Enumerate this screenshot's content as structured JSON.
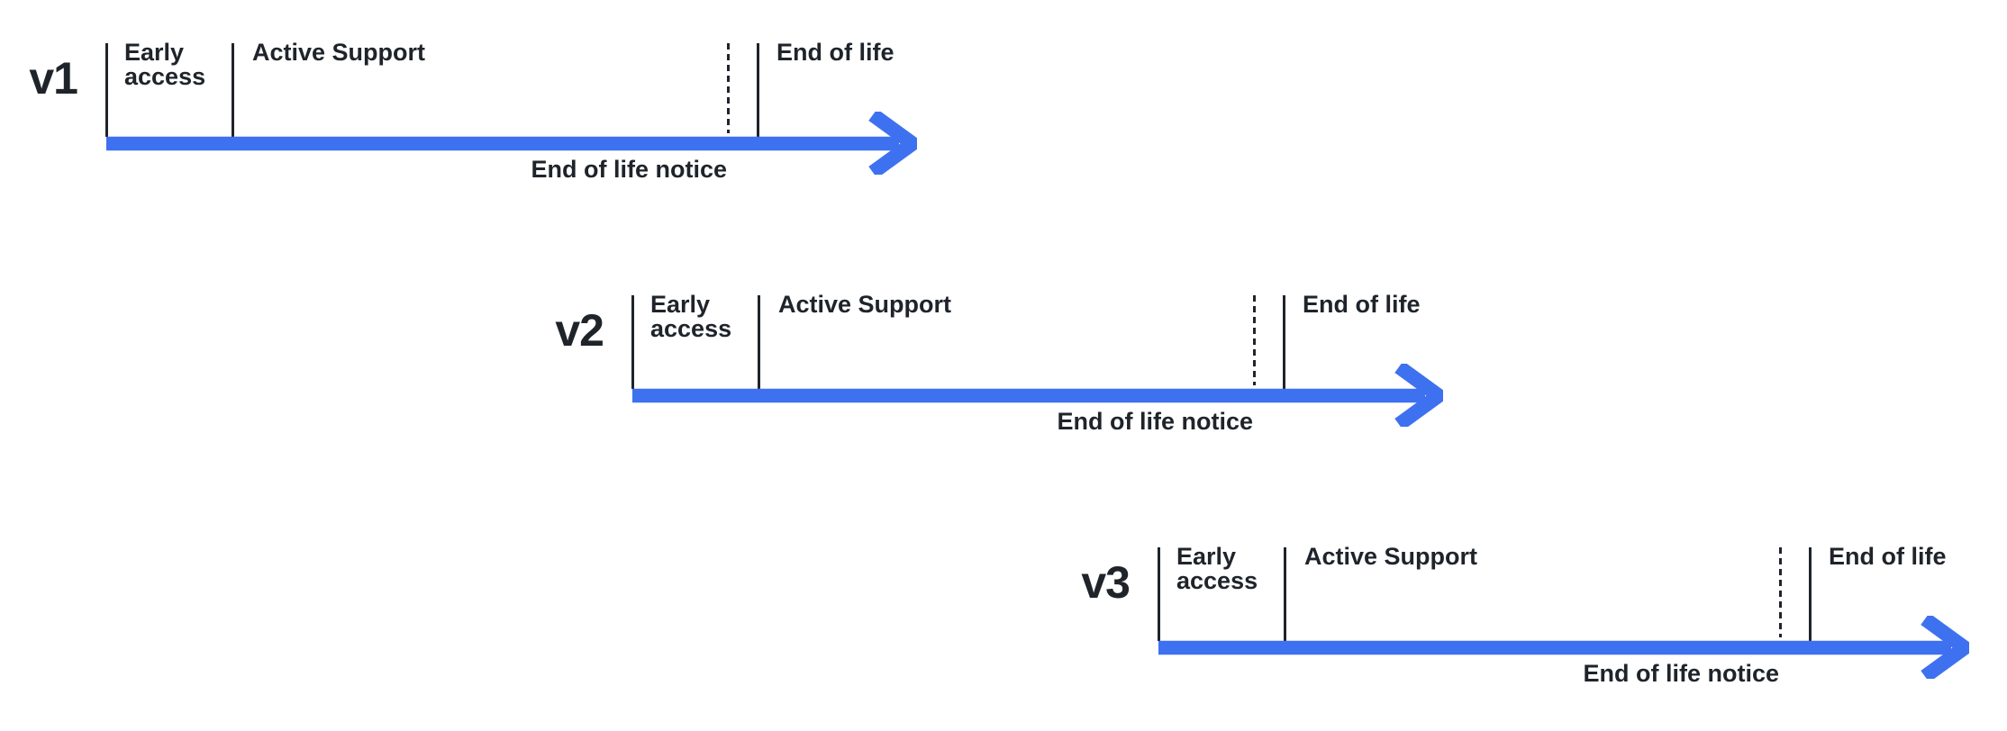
{
  "colors": {
    "accent": "#3E71EF",
    "ink": "#1F242B",
    "background": "#FFFFFF"
  },
  "timelines": [
    {
      "version": "v1",
      "phases": {
        "early_line1": "Early",
        "early_line2": "access",
        "active": "Active Support",
        "end_of_life": "End of life",
        "end_of_life_notice": "End of life notice"
      }
    },
    {
      "version": "v2",
      "phases": {
        "early_line1": "Early",
        "early_line2": "access",
        "active": "Active Support",
        "end_of_life": "End of life",
        "end_of_life_notice": "End of life notice"
      }
    },
    {
      "version": "v3",
      "phases": {
        "early_line1": "Early",
        "early_line2": "access",
        "active": "Active Support",
        "end_of_life": "End of life",
        "end_of_life_notice": "End of life notice"
      }
    }
  ]
}
